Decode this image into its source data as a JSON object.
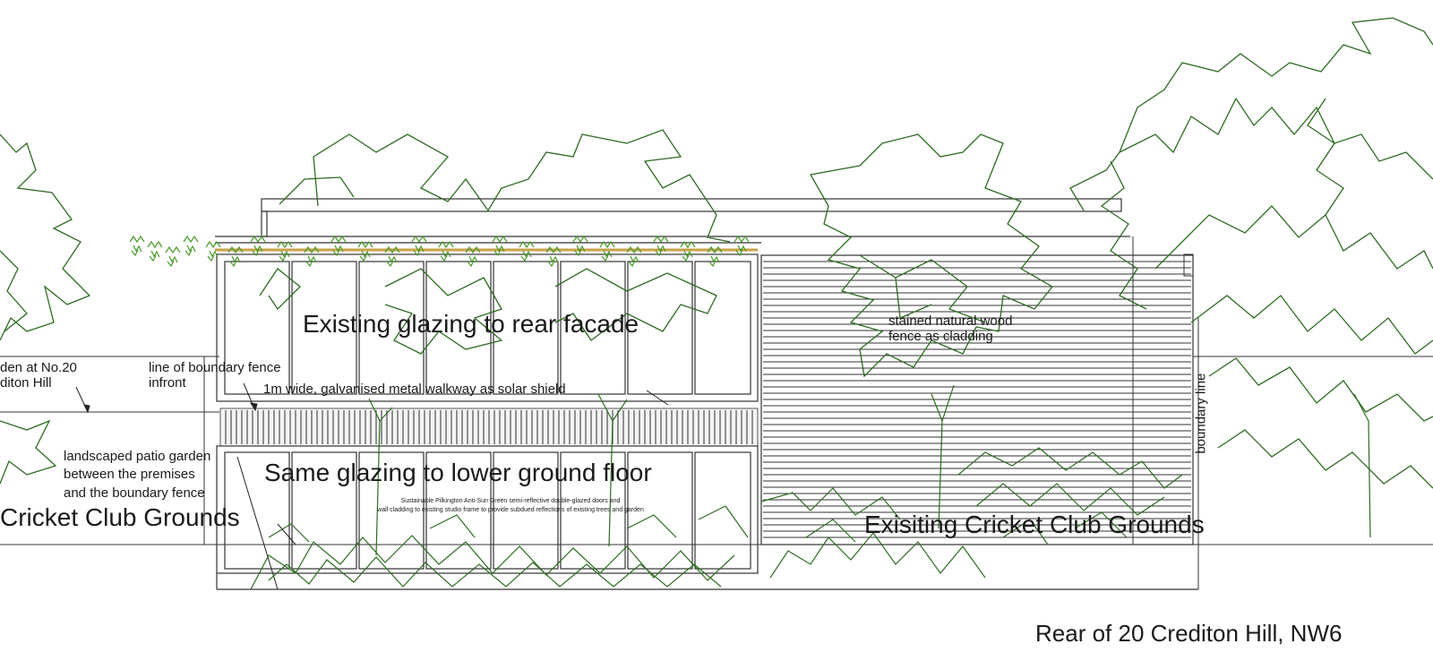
{
  "labels": {
    "garden_no20_line1": "den at No.20",
    "garden_no20_line2": "diton Hill",
    "boundary_fence_line1": "line of boundary fence",
    "boundary_fence_line2": "infront",
    "walkway": "1m wide, galvanised metal walkway as solar shield",
    "existing_glazing": "Existing glazing to rear facade",
    "same_glazing": "Same glazing to lower ground floor",
    "glazing_spec_line1": "Sustainable Pilkington Anti-Sun Green semi-reflective double-glazed doors and",
    "glazing_spec_line2": "wall cladding to existing studio frame to provide subdued reflections of existing trees and garden",
    "patio_line1": "landscaped patio garden",
    "patio_line2": "between the premises",
    "patio_line3": "and the boundary fence",
    "cricket_left": "Cricket Club Grounds",
    "fence_cladding_line1": "stained natural wood",
    "fence_cladding_line2": "fence as cladding",
    "boundary_line": "boundary line",
    "cricket_right": "Exisiting Cricket Club Grounds"
  },
  "caption": "Rear of 20 Crediton Hill, NW6",
  "colors": {
    "ink": "#1a1a1a",
    "foliage": "#2e6b22",
    "leaf_light": "#4a9a2a",
    "timber": "#c9a24a"
  }
}
